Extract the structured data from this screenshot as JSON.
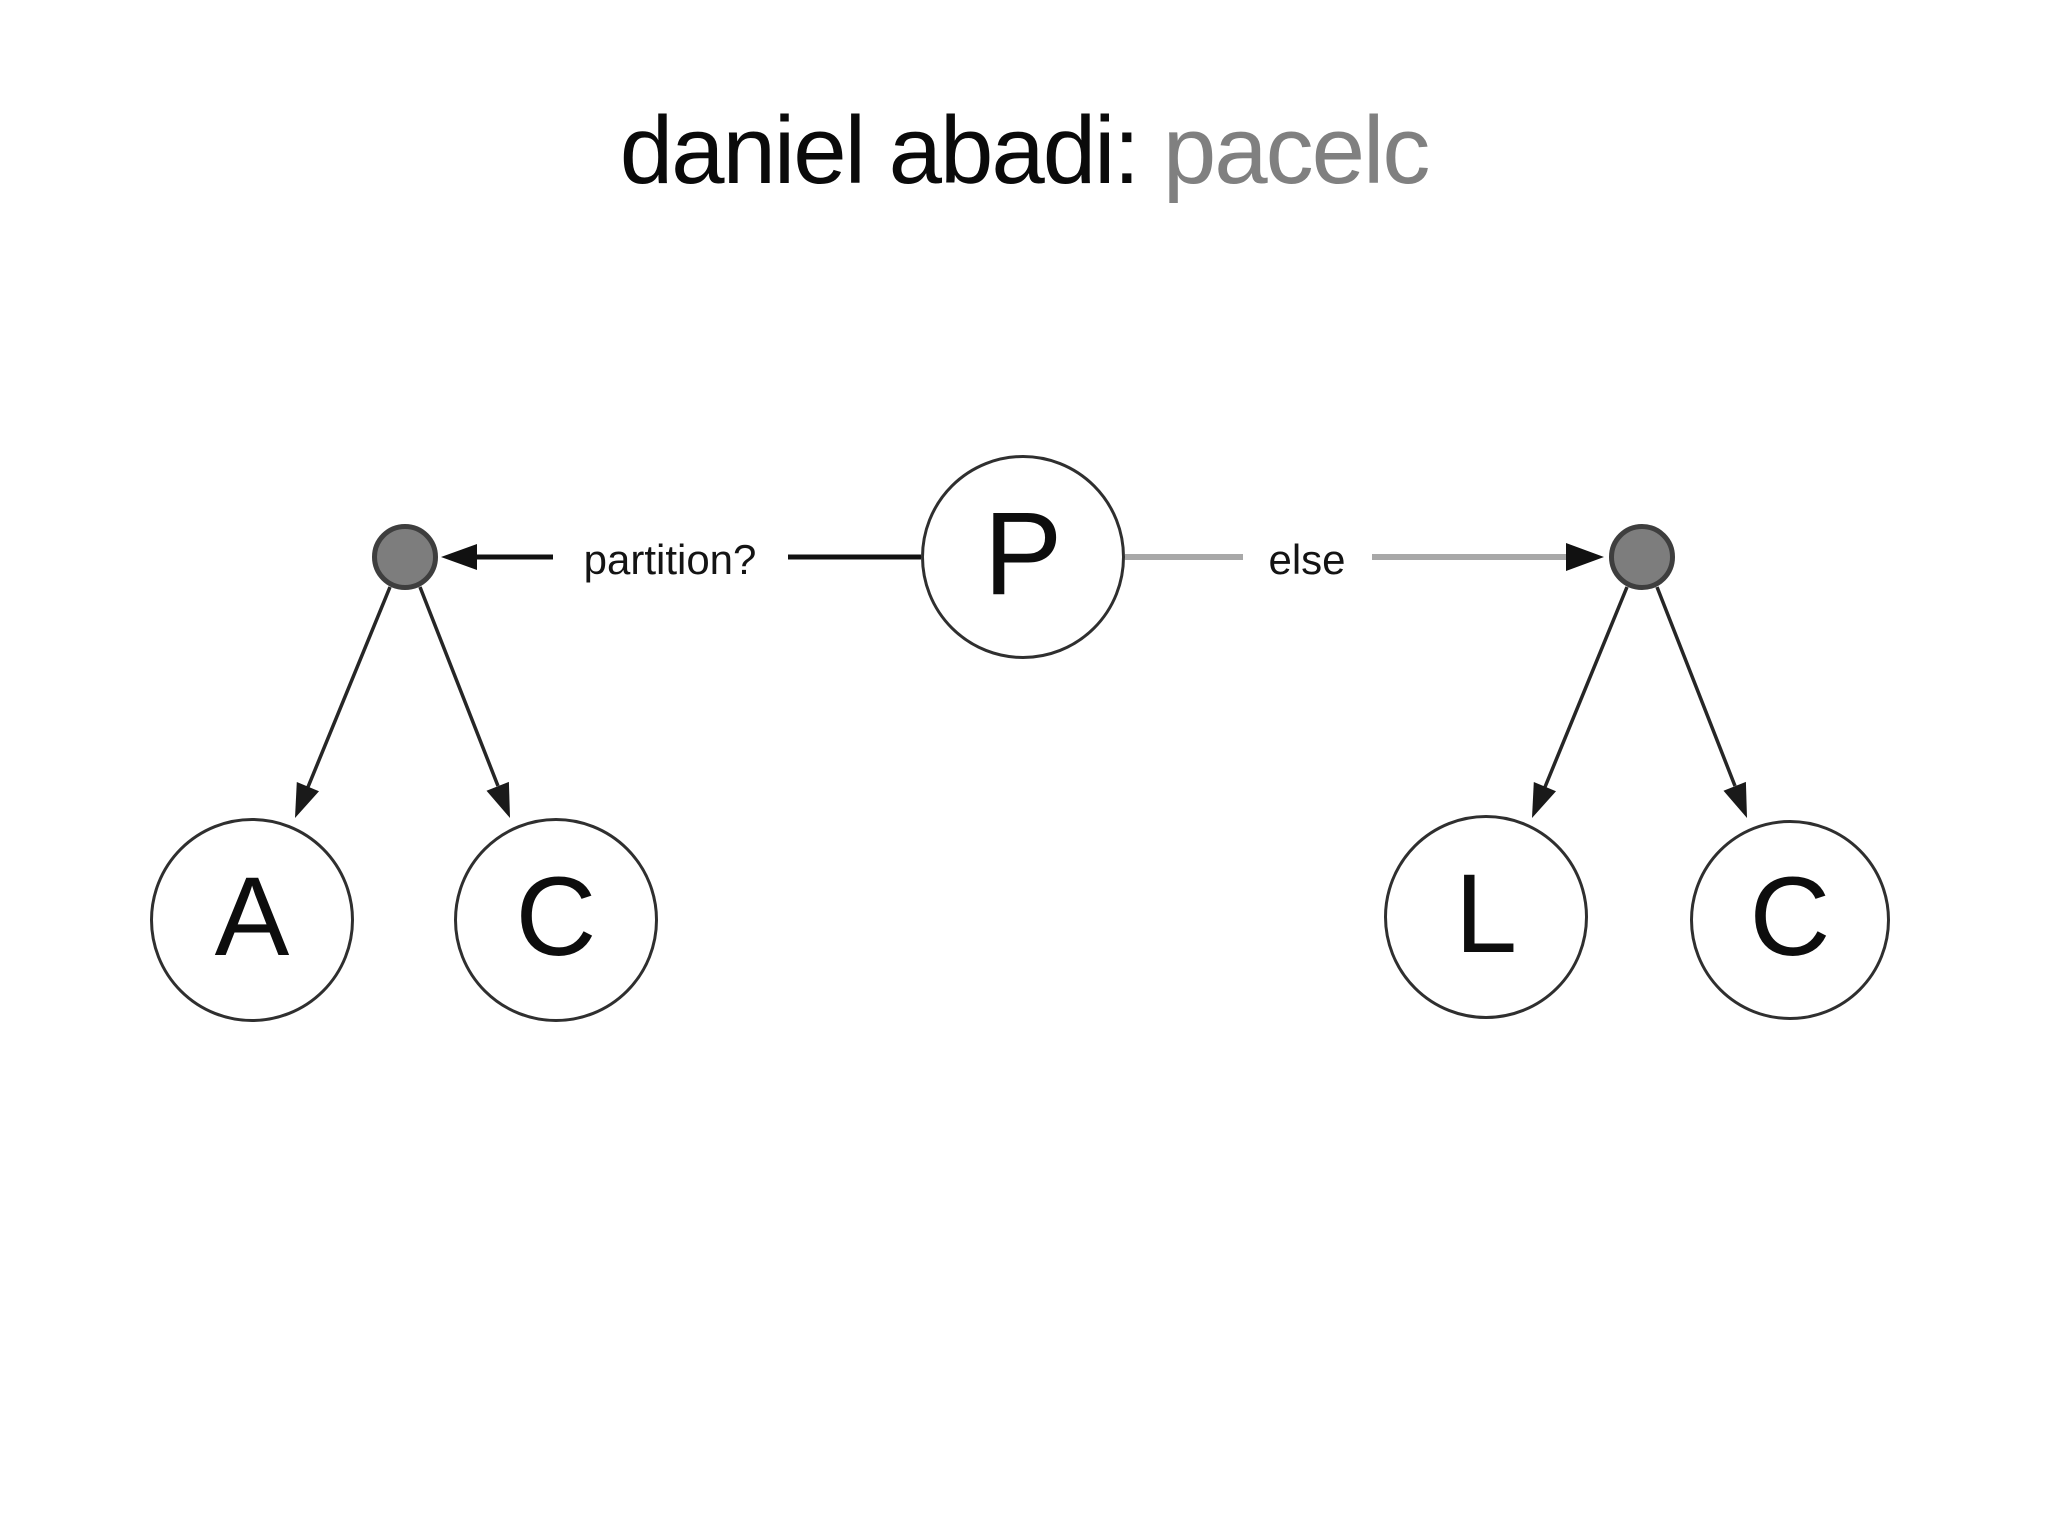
{
  "title": {
    "main": "daniel abadi: ",
    "accent": "pacelc"
  },
  "diagram": {
    "type": "decision-tree",
    "root": {
      "label": "P"
    },
    "branches": [
      {
        "condition": "partition?",
        "children": [
          {
            "label": "A"
          },
          {
            "label": "C"
          }
        ]
      },
      {
        "condition": "else",
        "children": [
          {
            "label": "L"
          },
          {
            "label": "C"
          }
        ]
      }
    ]
  },
  "colors": {
    "background": "#ffffff",
    "title_main": "#0a0a0a",
    "title_accent": "#808080",
    "edge_black": "#111111",
    "edge_gray": "#a8a8a8",
    "dot_fill": "#7d7d7d",
    "dot_border": "#3e3e3e",
    "circle_border": "#2f2f2f"
  }
}
